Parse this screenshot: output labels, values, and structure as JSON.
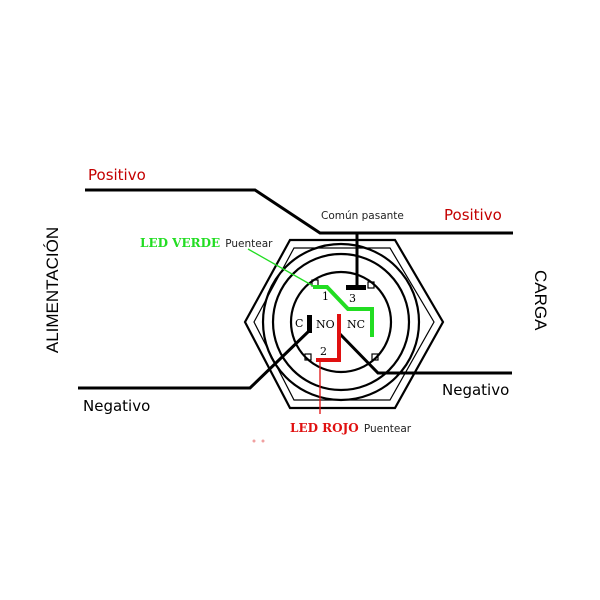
{
  "diagram": {
    "left_side_label": "ALIMENTACIÓN",
    "right_side_label": "CARGA",
    "left_positive": "Positivo",
    "right_positive": "Positivo",
    "left_negative": "Negativo",
    "right_negative": "Negativo",
    "common_label": "Común pasante",
    "led_green": {
      "name": "LED VERDE",
      "note": "Puentear"
    },
    "led_red": {
      "name": "LED ROJO",
      "note": "Puentear"
    },
    "terminals": {
      "pin1": "1",
      "pin2": "2",
      "pin3": "3",
      "c": "C",
      "no": "NO",
      "nc": "NC"
    },
    "colors": {
      "positive": "#c40000",
      "green_led": "#22dd22",
      "red_led": "#e01010",
      "wire": "#000000"
    }
  }
}
